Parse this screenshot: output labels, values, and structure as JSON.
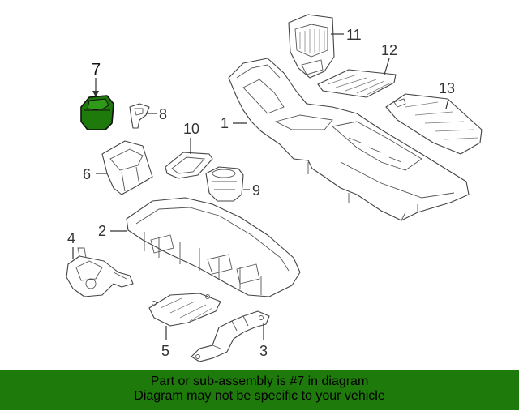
{
  "callouts": {
    "c1": "1",
    "c2": "2",
    "c3": "3",
    "c4": "4",
    "c5": "5",
    "c6": "6",
    "c7": "7",
    "c8": "8",
    "c9": "9",
    "c10": "10",
    "c11": "11",
    "c12": "12",
    "c13": "13"
  },
  "highlight_color": "#1f7a0c",
  "banner": {
    "line1": "Part or sub-assembly is #7 in diagram",
    "line2": "Diagram may not be specific to your vehicle",
    "background": "#1f7a0c"
  }
}
